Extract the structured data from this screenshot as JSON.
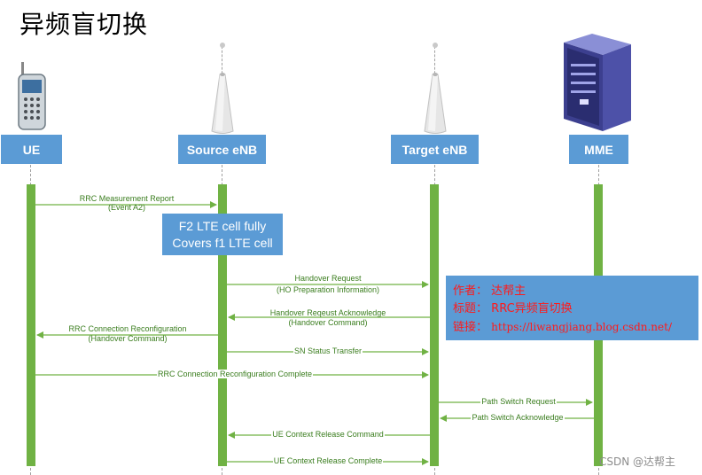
{
  "title": "异频盲切换",
  "lanes": [
    {
      "id": "ue",
      "label": "UE",
      "icon": "mobile-phone-icon"
    },
    {
      "id": "source",
      "label": "Source eNB",
      "icon": "antenna-tower-icon"
    },
    {
      "id": "target",
      "label": "Target eNB",
      "icon": "antenna-tower-icon"
    },
    {
      "id": "mme",
      "label": "MME",
      "icon": "server-icon"
    }
  ],
  "note": {
    "line1": "F2 LTE cell fully",
    "line2": "Covers f1 LTE cell"
  },
  "messages": [
    {
      "line1": "RRC Measurement Report",
      "line2": "(Event A2)",
      "from": "ue",
      "to": "source"
    },
    {
      "line1": "Handover Request",
      "line2": "(HO Preparation Information)",
      "from": "source",
      "to": "target"
    },
    {
      "line1": "Handover Reqeust Acknowledge",
      "line2": "(Handover Command)",
      "from": "target",
      "to": "source"
    },
    {
      "line1": "RRC Connection Reconfiguration",
      "line2": "(Handover Command)",
      "from": "source",
      "to": "ue"
    },
    {
      "line1": "SN Status Transfer",
      "line2": "",
      "from": "source",
      "to": "target"
    },
    {
      "line1": "RRC Connection Reconfiguration Complete",
      "line2": "",
      "from": "ue",
      "to": "target"
    },
    {
      "line1": "Path Switch Request",
      "line2": "",
      "from": "target",
      "to": "mme"
    },
    {
      "line1": "Path Switch Acknowledge",
      "line2": "",
      "from": "mme",
      "to": "target"
    },
    {
      "line1": "UE Context Release Command",
      "line2": "",
      "from": "target",
      "to": "source"
    },
    {
      "line1": "UE Context Release Complete",
      "line2": "",
      "from": "source",
      "to": "target"
    }
  ],
  "author_box": {
    "author_label": "作者：",
    "author_value": "达帮主",
    "title_label": "标题：",
    "title_value": "RRC异频盲切换",
    "link_label": "链接：",
    "link_value": "https://liwangjiang.blog.csdn.net/"
  },
  "watermark": "CSDN @达帮主",
  "colors": {
    "lane": "#5b9bd5",
    "bar": "#70b244",
    "arrow": "#70b244",
    "msg_text": "#3a7d1e",
    "author_text": "#ff1a1a"
  }
}
